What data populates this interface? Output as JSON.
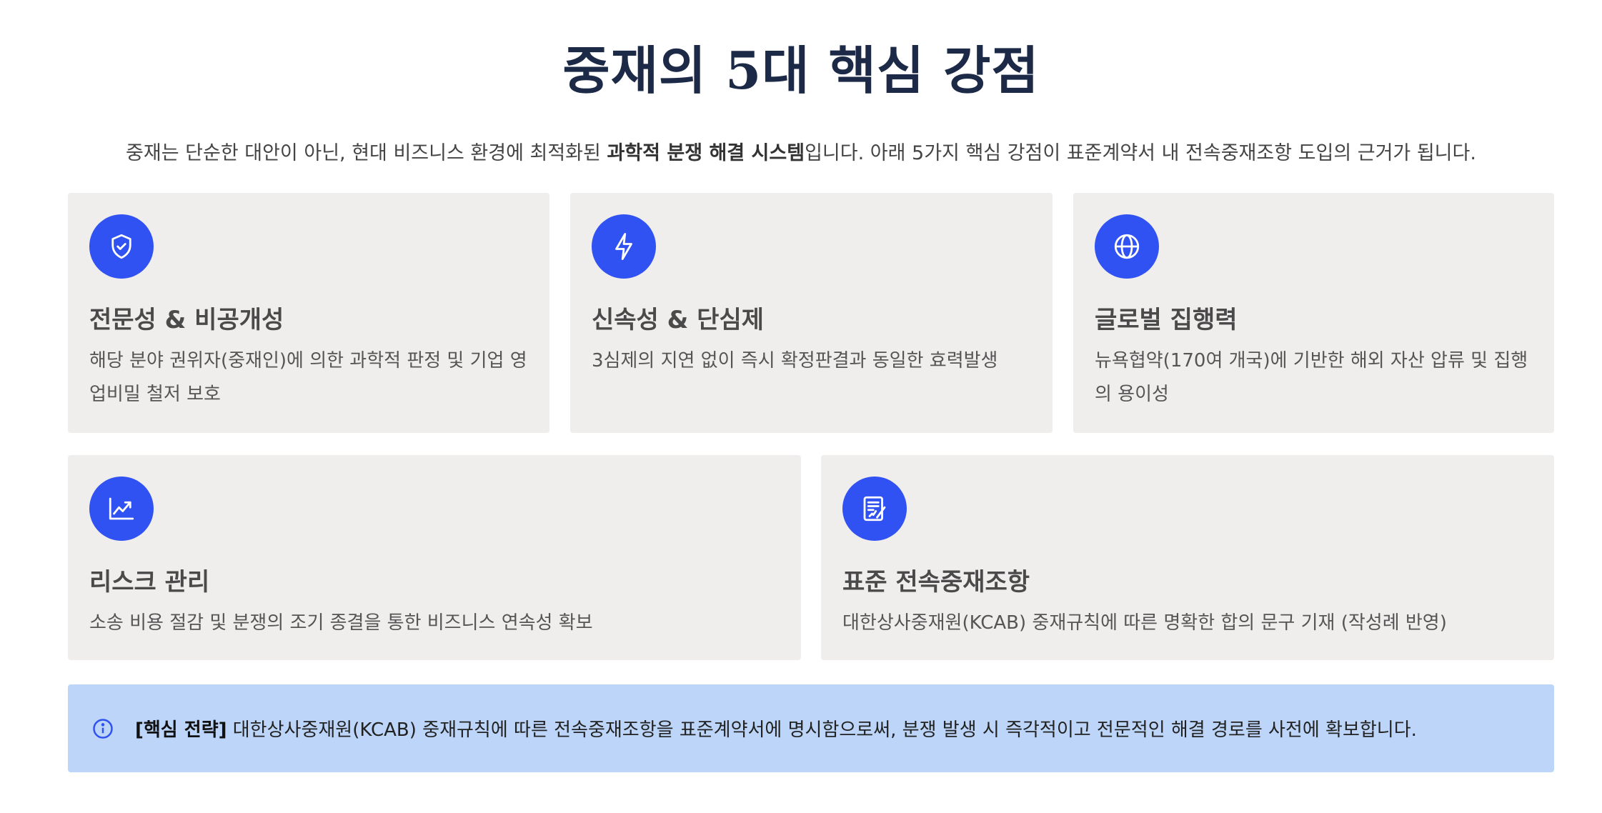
{
  "header": {
    "title": "중재의 5대 핵심 강점",
    "subtitle_pre": "중재는 단순한 대안이 아닌, 현대 비즈니스 환경에 최적화된 ",
    "subtitle_bold": "과학적 분쟁 해결 시스템",
    "subtitle_post": "입니다. 아래 5가지 핵심 강점이 표준계약서 내 전속중재조항 도입의 근거가 됩니다."
  },
  "cards": [
    {
      "icon": "shield-check-icon",
      "title": "전문성 & 비공개성",
      "body": "해당 분야 권위자(중재인)에 의한 과학적 판정 및 기업 영업비밀 철저 보호"
    },
    {
      "icon": "lightning-icon",
      "title": "신속성 & 단심제",
      "body": "3심제의 지연 없이 즉시 확정판결과 동일한 효력발생"
    },
    {
      "icon": "globe-icon",
      "title": "글로벌 집행력",
      "body": "뉴욕협약(170여 개국)에 기반한 해외 자산 압류 및 집행의 용이성"
    },
    {
      "icon": "trend-chart-icon",
      "title": "리스크 관리",
      "body": "소송 비용 절감 및 분쟁의 조기 종결을 통한 비즈니스 연속성 확보"
    },
    {
      "icon": "signed-document-icon",
      "title": "표준 전속중재조항",
      "body": "대한상사중재원(KCAB) 중재규칙에 따른 명확한 합의 문구 기재 (작성례 반영)"
    }
  ],
  "info": {
    "icon": "info-icon",
    "label": "[핵심 전략]",
    "text": " 대한상사중재원(KCAB) 중재규칙에 따른 전속중재조항을 표준계약서에 명시함으로써, 분쟁 발생 시 즉각적이고 전문적인 해결 경로를 사전에 확보합니다."
  },
  "colors": {
    "accent": "#3152f2",
    "card_bg": "#f0eded",
    "info_bg": "#bcd5f8",
    "title": "#1c2a47"
  }
}
